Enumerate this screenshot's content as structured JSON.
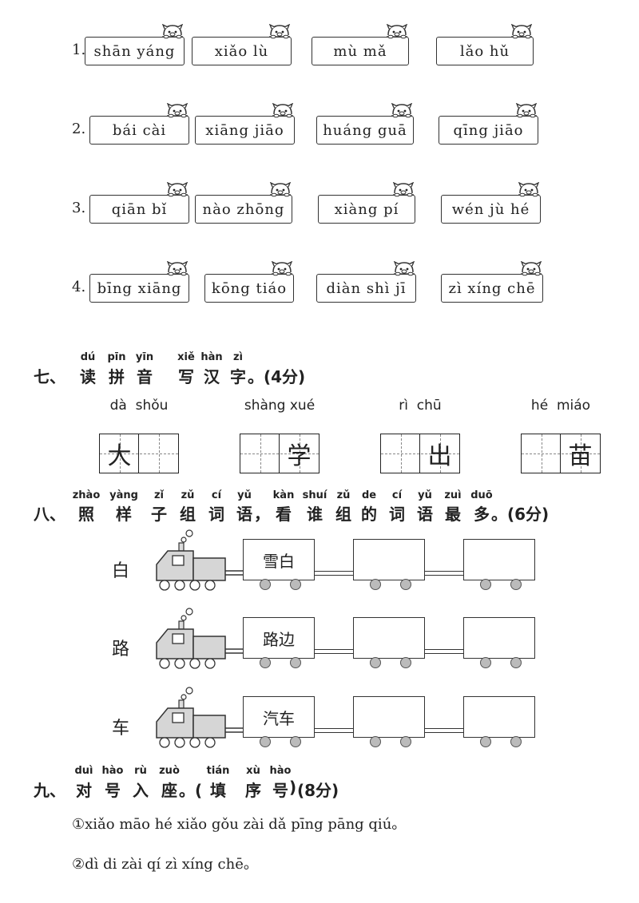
{
  "pinyin_rows": [
    {
      "num": "1.",
      "words": [
        "shān yáng",
        "xiǎo lù",
        "mù mǎ",
        "lǎo hǔ"
      ]
    },
    {
      "num": "2.",
      "words": [
        "bái cài",
        "xiāng jiāo",
        "huáng guā",
        "qīng jiāo"
      ]
    },
    {
      "num": "3.",
      "words": [
        "qiān bǐ",
        "nào zhōng",
        "xiàng pí",
        "wén jù hé"
      ]
    },
    {
      "num": "4.",
      "words": [
        "bīng xiāng",
        "kōng tiáo",
        "diàn shì jī",
        "zì xíng chē"
      ]
    }
  ],
  "section7": {
    "title_pinyin": [
      "dú",
      "pīn",
      "yīn",
      "xiě",
      "hàn",
      "zì"
    ],
    "prefix": "七、",
    "title_chars": [
      "读",
      "拼",
      "音",
      "写",
      "汉",
      "字"
    ],
    "suffix": "。(4分)",
    "items": [
      {
        "pinyin": "dà  shǒu",
        "char_left": "大",
        "char_right": ""
      },
      {
        "pinyin": "shàng xué",
        "char_left": "",
        "char_right": "学"
      },
      {
        "pinyin": "rì  chū",
        "char_left": "",
        "char_right": "出"
      },
      {
        "pinyin": "hé  miáo",
        "char_left": "",
        "char_right": "苗"
      }
    ]
  },
  "section8": {
    "title_pinyin": [
      "zhào",
      "yàng",
      "zǐ",
      "zǔ",
      "cí",
      "yǔ",
      "kàn",
      "shuí",
      "zǔ",
      "de",
      "cí",
      "yǔ",
      "zuì",
      "duō"
    ],
    "prefix": "八、",
    "title_chars": [
      "照",
      "样",
      "子",
      "组",
      "词",
      "语",
      "看",
      "谁",
      "组",
      "的",
      "词",
      "语",
      "最",
      "多"
    ],
    "punct_after_6": "，",
    "suffix": "。(6分)",
    "trains": [
      {
        "char": "白",
        "wagons": [
          "雪白",
          "",
          ""
        ]
      },
      {
        "char": "路",
        "wagons": [
          "路边",
          "",
          ""
        ]
      },
      {
        "char": "车",
        "wagons": [
          "汽车",
          "",
          ""
        ]
      }
    ]
  },
  "section9": {
    "title_pinyin": [
      "duì",
      "hào",
      "rù",
      "zuò",
      "tián",
      "xù",
      "hào"
    ],
    "prefix": "九、",
    "title_chars": [
      "对",
      "号",
      "入",
      "座",
      "填",
      "序",
      "号"
    ],
    "suffix": "(8分)",
    "sentences": [
      "①xiǎo māo hé xiǎo gǒu zài dǎ pīng pāng qiú。",
      "②dì di zài qí zì xíng chē。"
    ]
  }
}
